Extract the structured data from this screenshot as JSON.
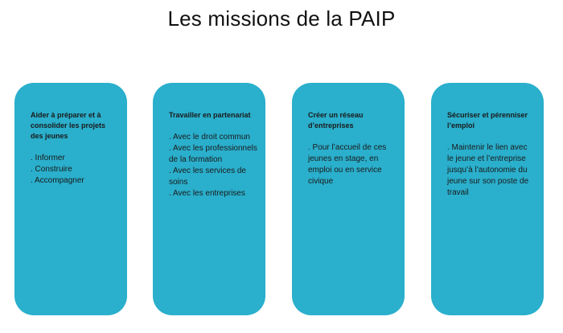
{
  "title": "Les missions de la PAIP",
  "cards": [
    {
      "title": "Aider à préparer et à consolider les projets des jeunes",
      "items": [
        ". Informer",
        ". Construire",
        ". Accompagner"
      ]
    },
    {
      "title": "Travailler en partenariat",
      "items": [
        ". Avec le droit commun",
        ". Avec les professionnels de la formation",
        ". Avec les services de soins",
        ". Avec les entreprises"
      ]
    },
    {
      "title": "Créer un réseau d’entreprises",
      "items": [
        ". Pour l’accueil de ces jeunes en stage, en emploi ou en service civique"
      ]
    },
    {
      "title": "Sécuriser et pérenniser l’emploi",
      "items": [
        ". Maintenir le lien avec le jeune et l’entreprise jusqu’à l’autonomie du jeune sur son poste de travail"
      ]
    }
  ],
  "colors": {
    "card_fill": "#2aafcc",
    "text": "#1a1a1a"
  }
}
